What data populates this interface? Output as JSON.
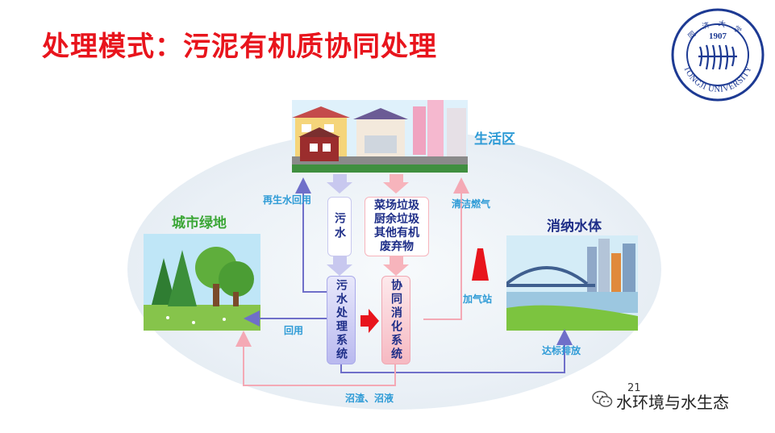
{
  "title": "处理模式：污泥有机质协同处理",
  "logo": {
    "year": "1907",
    "name_en": "TONGJI UNIVERSITY",
    "name_cn": "同济大学"
  },
  "zones": {
    "living": "生活区",
    "green": "城市绿地",
    "water": "消纳水体"
  },
  "boxes": {
    "sewage": "污水",
    "waste": [
      "菜场垃圾",
      "厨余垃圾",
      "其他有机",
      "废弃物"
    ],
    "sewage_system": "污水处理系统",
    "codigestion": "协同消化系统"
  },
  "flows": {
    "reclaimed": "再生水回用",
    "clean_gas": "清洁燃气",
    "gas_station": "加气站",
    "reuse": "回用",
    "discharge": "达标排放",
    "residue": "沼渣、沼液"
  },
  "page_number": "21",
  "watermark": "水环境与水生态",
  "colors": {
    "title": "#e8141c",
    "flow_blue": "#6f6fc9",
    "flow_pink": "#f4a9b5",
    "label_blue": "#2e9bd6",
    "green_zone": "#3aa635",
    "arrow_red": "#e8141c"
  }
}
